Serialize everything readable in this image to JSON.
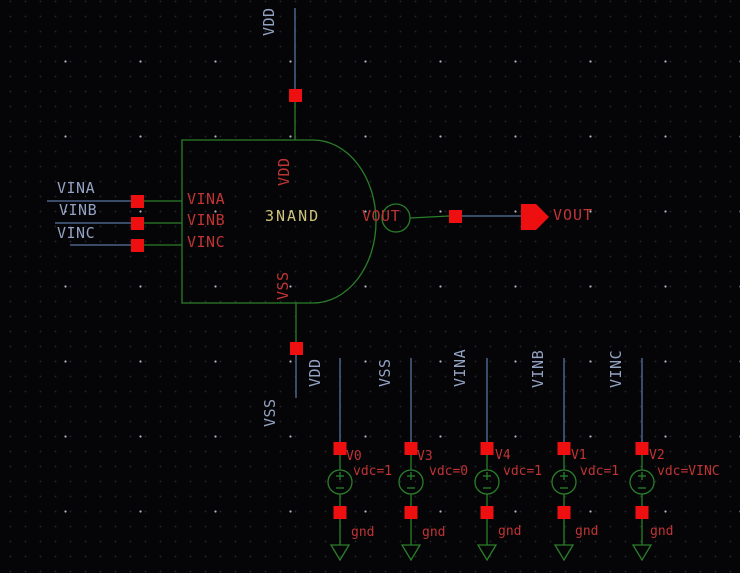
{
  "app": {
    "type": "schematic-editor-canvas"
  },
  "instance": {
    "cell_label": "3NAND",
    "pin_labels": {
      "vdd": "VDD",
      "vss": "VSS",
      "in_a": "VINA",
      "in_b": "VINB",
      "in_c": "VINC",
      "out": "VOUT"
    }
  },
  "net_labels": {
    "vdd_top": "VDD",
    "vss_bottom": "VSS",
    "input_a": "VINA",
    "input_b": "VINB",
    "input_c": "VINC",
    "output": "VOUT"
  },
  "sources": [
    {
      "net": "VDD",
      "name": "V0",
      "value": "vdc=1"
    },
    {
      "net": "VSS",
      "name": "V3",
      "value": "vdc=0"
    },
    {
      "net": "VINA",
      "name": "V4",
      "value": "vdc=1"
    },
    {
      "net": "VINB",
      "name": "V1",
      "value": "vdc=1"
    },
    {
      "net": "VINC",
      "name": "V2",
      "value": "vdc=VINC"
    }
  ],
  "ground_label": "gnd",
  "colors": {
    "background": "#050507",
    "net_wire": "#4d628a",
    "component_green": "#2a7f2a",
    "pin_red": "#ee1010",
    "net_label_blue": "#93a2c2",
    "device_label_red": "#c03434",
    "cell_name_khaki": "#cdc37a"
  }
}
